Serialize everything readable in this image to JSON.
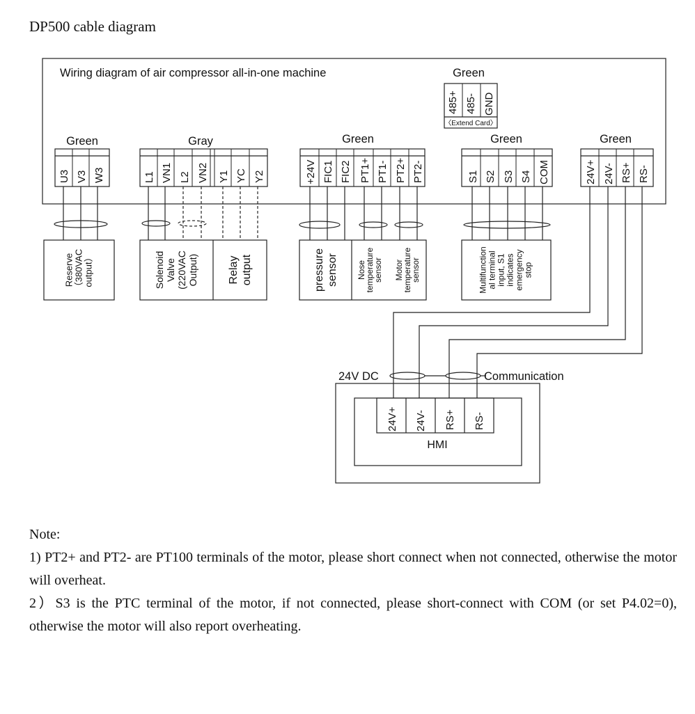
{
  "title": "DP500 cable diagram",
  "diagram": {
    "heading": "Wiring diagram of air compressor all-in-one machine",
    "blocks": [
      {
        "color": "Green",
        "terminals": [
          "U3",
          "V3",
          "W3"
        ]
      },
      {
        "color": "Gray",
        "terminals": [
          "L1",
          "VN1",
          "L2",
          "VN2",
          "Y1",
          "YC",
          "Y2"
        ]
      },
      {
        "color": "Green",
        "terminals": [
          "+24V",
          "FIC1",
          "FIC2",
          "PT1+",
          "PT1-",
          "PT2+",
          "PT2-"
        ]
      },
      {
        "color": "Green",
        "terminals": [
          "S1",
          "S2",
          "S3",
          "S4",
          "COM"
        ]
      },
      {
        "color": "Green",
        "terminals": [
          "24V+",
          "24V-",
          "RS+",
          "RS-"
        ]
      }
    ],
    "extend_card": {
      "color": "Green",
      "terminals": [
        "485+",
        "485-",
        "GND"
      ],
      "caption": "〈Extend Card〉"
    },
    "devices": [
      {
        "label": "Reserve\n（380VAC\noutput）"
      },
      {
        "label": "Solenoid\nValve\n(220VAC\nOutput)"
      },
      {
        "label": "Relay\noutput"
      },
      {
        "label": "pressure\nsensor"
      },
      {
        "label": "Nose\ntemperature\nsensor"
      },
      {
        "label": "Motor\ntemperature\nsensor"
      },
      {
        "label": "Multifunction\nal terminal\ninput, S1\nindicates\nemergency\nstop"
      }
    ],
    "dc_label": "24V DC",
    "comm_label": "Communication",
    "hmi": {
      "label": "HMI",
      "terminals": [
        "24V+",
        "24V-",
        "RS+",
        "RS-"
      ]
    }
  },
  "notes": {
    "heading": "Note:",
    "items": [
      "1) PT2+ and PT2- are PT100 terminals of the motor, please short connect when not connected, otherwise the motor will overheat.",
      "2）S3 is the PTC terminal of the motor, if not connected, please short-connect with COM (or set P4.02=0), otherwise the motor will also report overheating."
    ]
  }
}
